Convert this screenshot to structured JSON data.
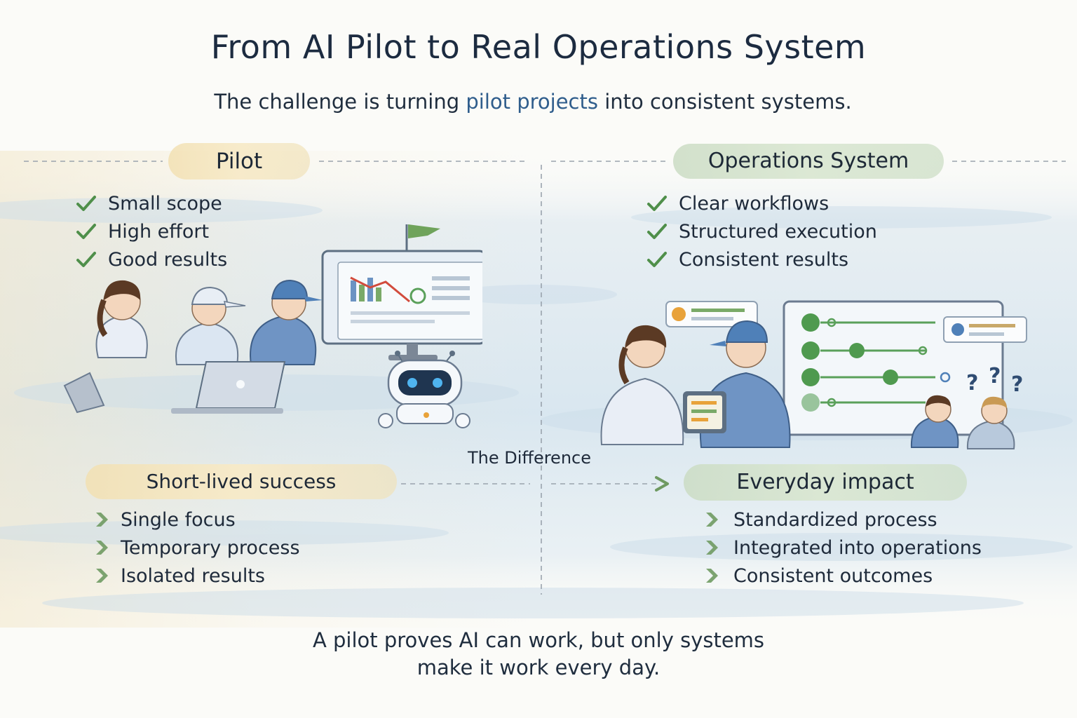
{
  "title": "From AI Pilot to Real Operations System",
  "subtitle": {
    "before": "The challenge is turning ",
    "highlight": "pilot projects",
    "after": " into consistent systems."
  },
  "pilot": {
    "label": "Pilot",
    "items": [
      "Small scope",
      "High effort",
      "Good results"
    ]
  },
  "operations": {
    "label": "Operations System",
    "items": [
      "Clear workflows",
      "Structured execution",
      "Consistent results"
    ]
  },
  "difference_label": "The Difference",
  "short_lived": {
    "label": "Short-lived success",
    "items": [
      "Single focus",
      "Temporary process",
      "Isolated results"
    ]
  },
  "everyday": {
    "label": "Everyday impact",
    "items": [
      "Standardized process",
      "Integrated into operations",
      "Consistent outcomes"
    ]
  },
  "footer": {
    "line1": "A pilot proves AI can work, but only systems",
    "line2": "make it work every day."
  },
  "colors": {
    "accent_blue": "#2f5d8c",
    "check_green": "#4f8f4a",
    "chevron_green": "#6f9a62",
    "pill_amber": "#f3e4bd",
    "pill_green": "#d4e3cc",
    "dashed_line": "#9aa3ad"
  },
  "icons": {
    "list_check": "check-icon",
    "list_chevron": "chevron-right-icon",
    "flow_arrow": "arrow-right-icon"
  }
}
